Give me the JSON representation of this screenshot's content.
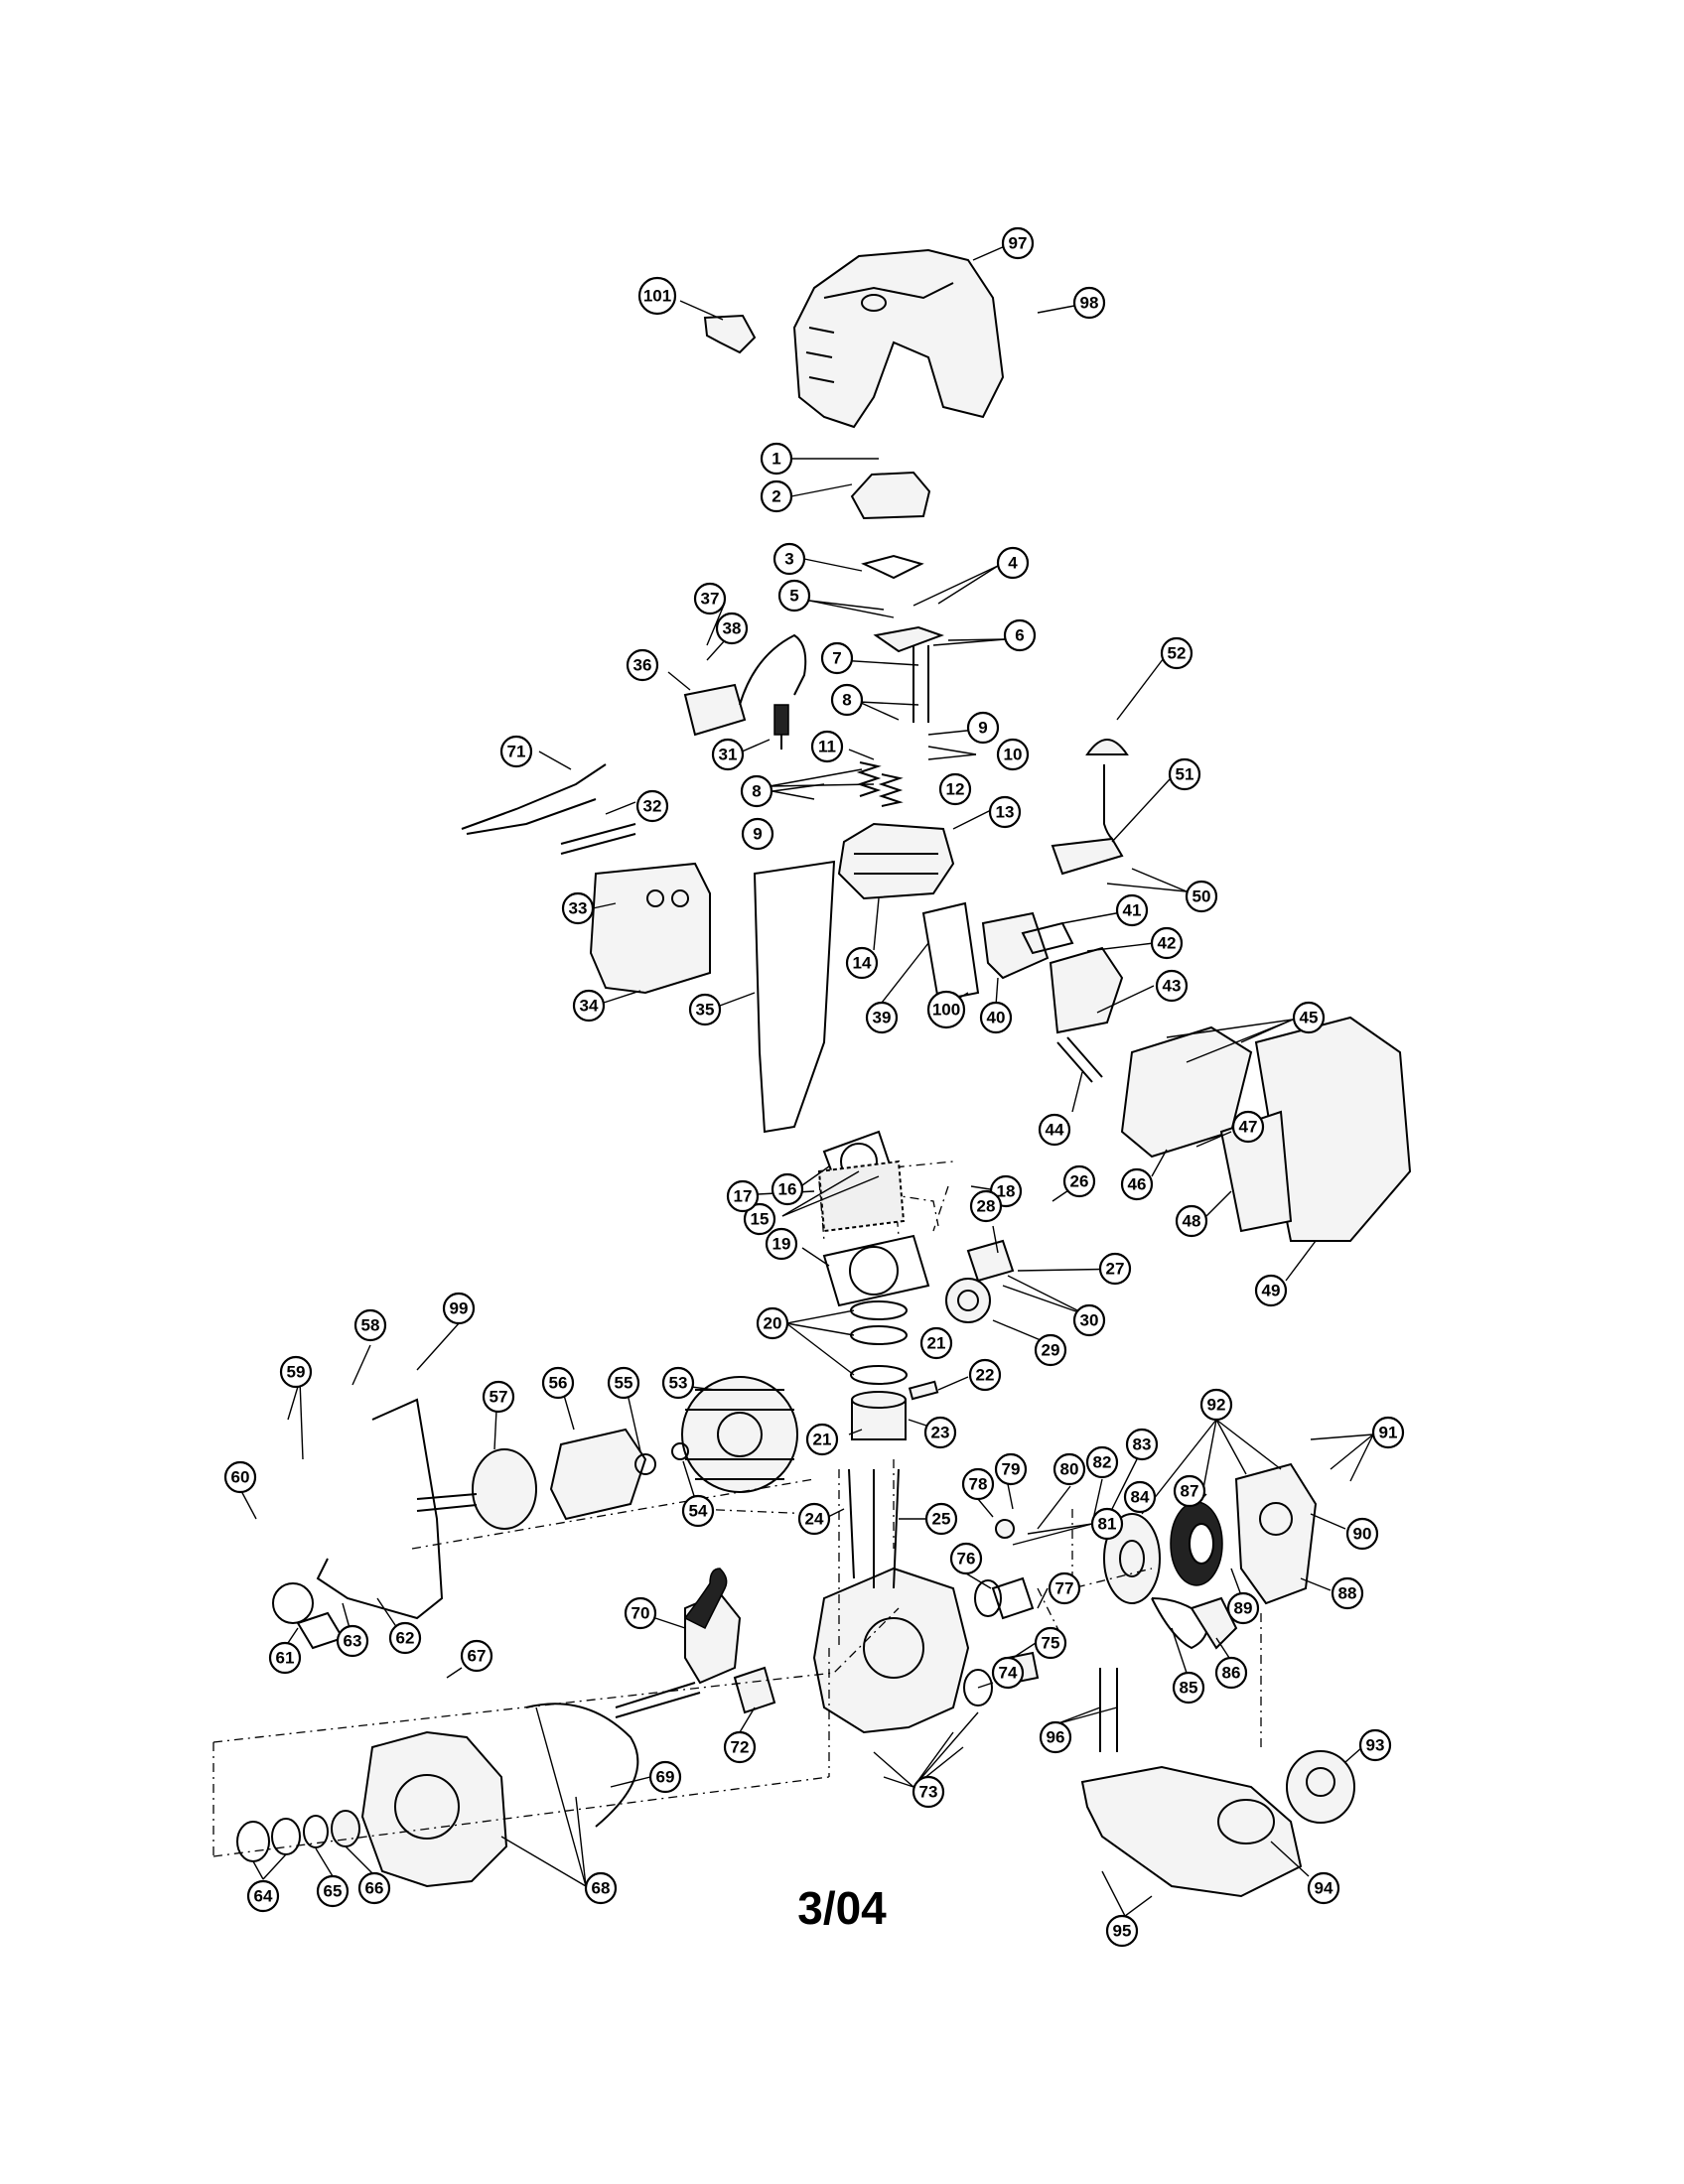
{
  "footer": "3/04",
  "callouts": [
    "97",
    "98",
    "101",
    "1",
    "2",
    "3",
    "4",
    "5",
    "6",
    "7",
    "37",
    "38",
    "36",
    "52",
    "8",
    "9",
    "10",
    "11",
    "12",
    "31",
    "71",
    "32",
    "13",
    "51",
    "50",
    "33",
    "34",
    "35",
    "14",
    "39",
    "100",
    "40",
    "41",
    "42",
    "43",
    "45",
    "44",
    "47",
    "46",
    "48",
    "49",
    "16",
    "15",
    "18",
    "17",
    "26",
    "28",
    "27",
    "19",
    "30",
    "29",
    "20",
    "21",
    "22",
    "23",
    "58",
    "99",
    "59",
    "57",
    "56",
    "55",
    "53",
    "54",
    "60",
    "62",
    "61",
    "63",
    "24",
    "25",
    "78",
    "79",
    "80",
    "82",
    "83",
    "84",
    "87",
    "92",
    "91",
    "90",
    "89",
    "88",
    "81",
    "77",
    "76",
    "75",
    "74",
    "70",
    "72",
    "67",
    "69",
    "68",
    "73",
    "64",
    "65",
    "66",
    "96",
    "93",
    "94",
    "95",
    "85",
    "86"
  ]
}
